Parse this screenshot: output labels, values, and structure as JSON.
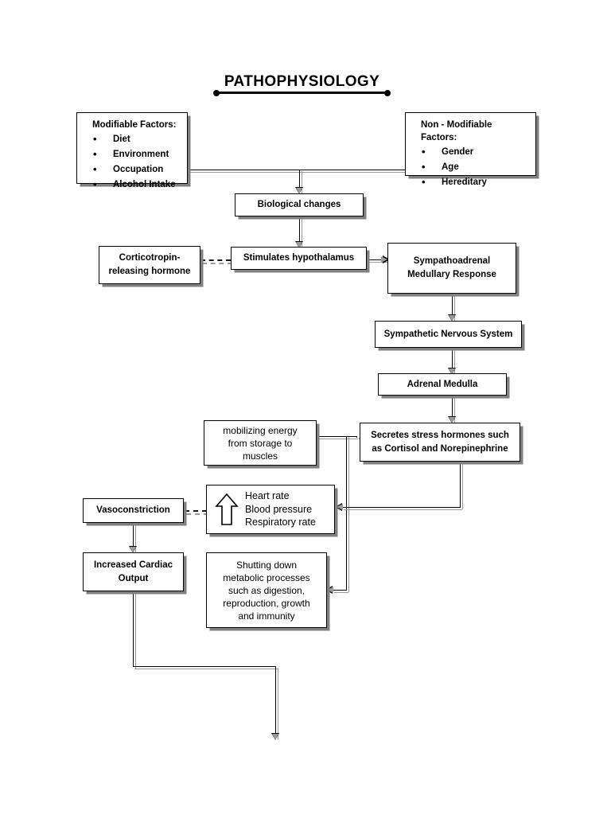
{
  "diagram": {
    "title": "PATHOPHYSIOLOGY",
    "nodes": {
      "modifiable": {
        "heading": "Modifiable Factors:",
        "items": [
          "Diet",
          "Environment",
          "Occupation",
          "Alcohol Intake"
        ]
      },
      "non_modifiable": {
        "heading": "Non - Modifiable Factors:",
        "items": [
          "Gender",
          "Age",
          "Hereditary"
        ]
      },
      "biological_changes": "Biological changes",
      "crh": "Corticotropin-\nreleasing hormone",
      "stimulates_hypothalamus": "Stimulates hypothalamus",
      "sympathoadrenal": "Sympathoadrenal\nMedullary Response",
      "sympathetic_nervous_system": "Sympathetic Nervous System",
      "adrenal_medulla": "Adrenal Medulla",
      "secretes_stress_hormones": "Secretes stress hormones such\nas Cortisol and Norepinephrine",
      "mobilizing_energy": "mobilizing energy\nfrom storage to\nmuscles",
      "vital_signs": "Heart rate\nBlood pressure\nRespiratory rate",
      "vasoconstriction": "Vasoconstriction",
      "increased_cardiac_output": "Increased Cardiac\nOutput",
      "shutting_down": "Shutting down\nmetabolic processes\nsuch as digestion,\nreproduction, growth\nand immunity"
    },
    "colors": {
      "line": "#000000",
      "shadow": "#9a9a9a",
      "box_fill": "#ffffff",
      "text": "#000000"
    }
  }
}
